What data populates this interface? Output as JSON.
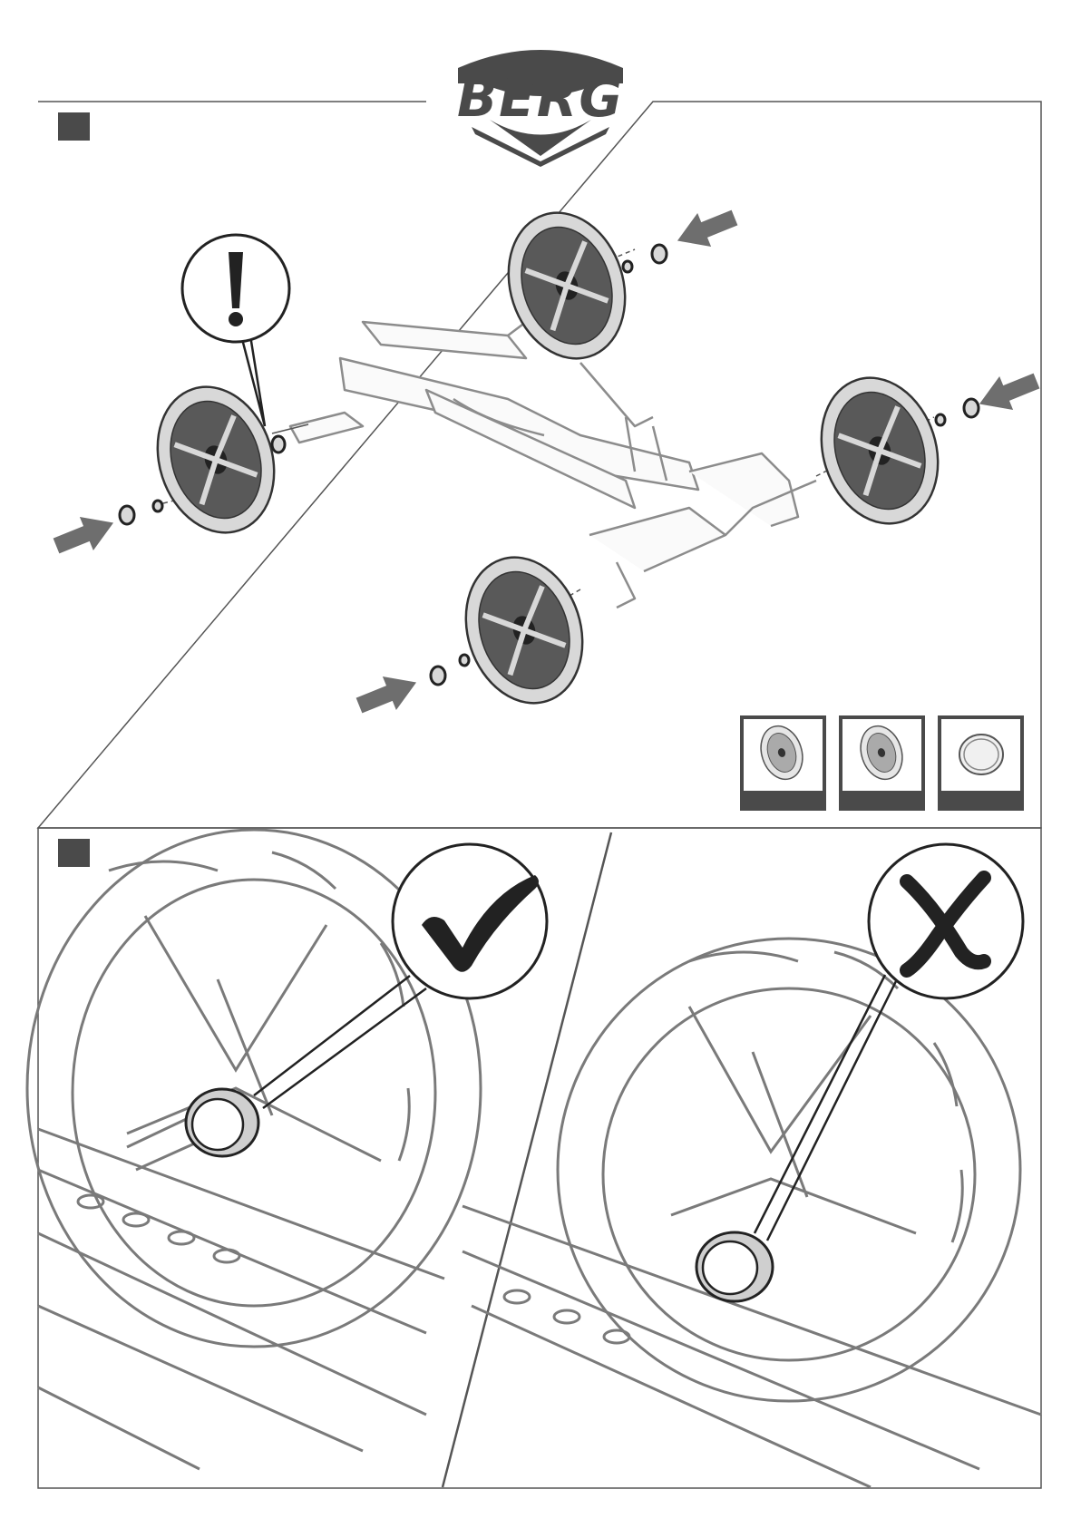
{
  "logo": {
    "text": "BERG"
  },
  "panels": [
    {
      "step_marker": "step-1-marker",
      "parts_shown": [
        "wheel",
        "wheel",
        "hub-cap"
      ]
    },
    {
      "step_marker": "step-2-marker",
      "comparison": [
        "correct",
        "incorrect"
      ]
    }
  ],
  "colors": {
    "line": "#555555",
    "marker": "#4a4a4a",
    "arrow": "#6e6e6e",
    "tire": "#d8d8d8",
    "rim": "#595959"
  }
}
